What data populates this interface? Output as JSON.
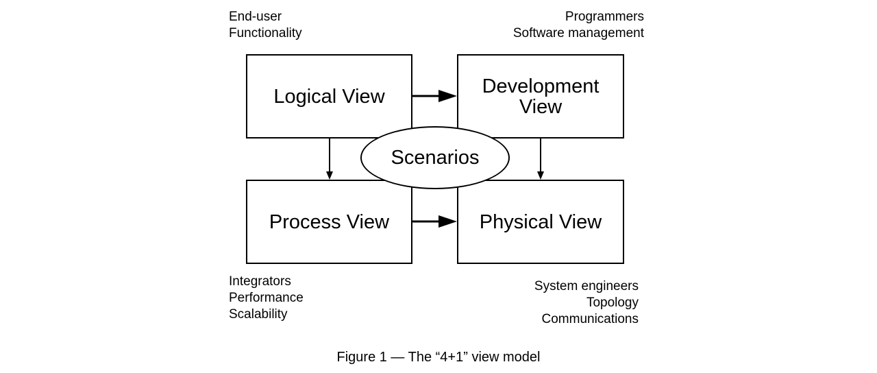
{
  "views": {
    "logical": "Logical View",
    "development_line1": "Development",
    "development_line2": "View",
    "process": "Process View",
    "physical": "Physical View",
    "scenarios": "Scenarios"
  },
  "notes": {
    "logical": [
      "End-user",
      "Functionality"
    ],
    "development": [
      "Programmers",
      "Software management"
    ],
    "process": [
      "Integrators",
      "Performance",
      "Scalability"
    ],
    "physical": [
      "System engineers",
      "Topology",
      "Communications"
    ]
  },
  "caption": "Figure 1 — The “4+1” view model"
}
